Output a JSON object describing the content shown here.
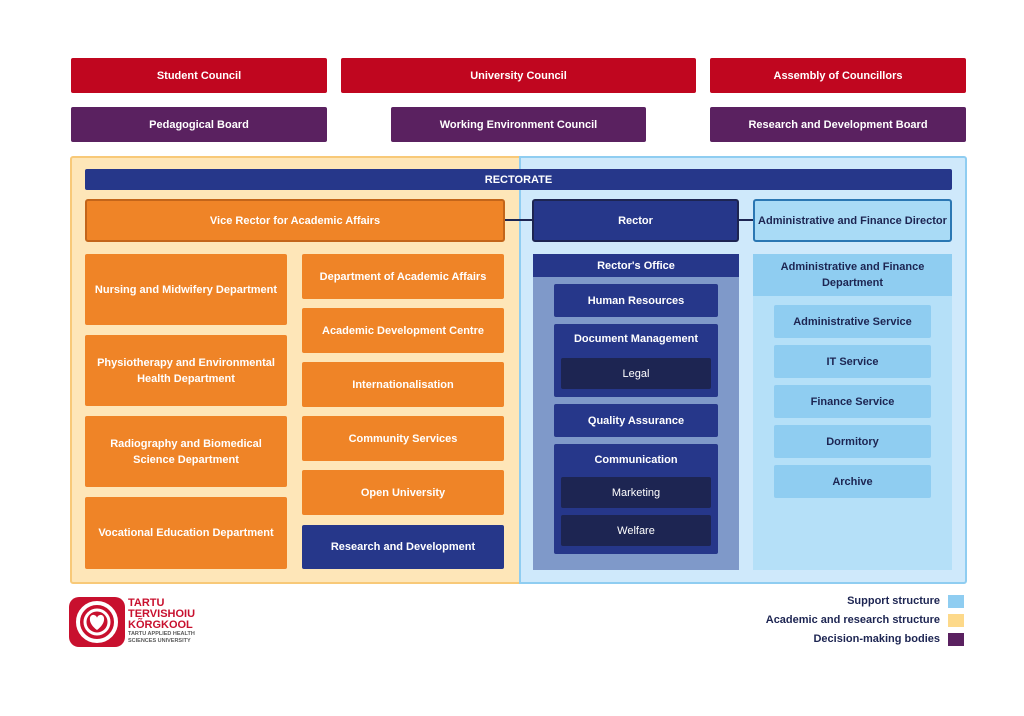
{
  "decision_bodies": {
    "row1": [
      "Student Council",
      "University Council",
      "Assembly of Councillors"
    ],
    "row2": [
      "Pedagogical Board",
      "Working Environment Council",
      "Research and Development Board"
    ]
  },
  "rectorate": {
    "title": "RECTORATE",
    "vice_rector": "Vice Rector for Academic Affairs",
    "rector": "Rector",
    "admin_director": "Administrative and Finance Director"
  },
  "academic": {
    "departments": [
      "Nursing and Midwifery Department",
      "Physiotherapy and Environmental Health Department",
      "Radiography and Biomedical Science Department",
      "Vocational Education Department"
    ],
    "units": [
      "Department of Academic Affairs",
      "Academic Development Centre",
      "Internationalisation",
      "Community Services",
      "Open University",
      "Research and Development"
    ]
  },
  "rectors_office": {
    "title": "Rector's Office",
    "human_resources": "Human Resources",
    "document_management": "Document Management",
    "legal": "Legal",
    "quality_assurance": "Quality Assurance",
    "communication": "Communication",
    "marketing": "Marketing",
    "welfare": "Welfare"
  },
  "admin_finance": {
    "title": "Administrative and Finance Department",
    "services": [
      "Administrative Service",
      "IT Service",
      "Finance Service",
      "Dormitory",
      "Archive"
    ]
  },
  "legend": {
    "support": "Support structure",
    "academic": "Academic and research structure",
    "decision": "Decision-making bodies",
    "colors": {
      "support": "#8fcdf1",
      "academic": "#fdd98a",
      "decision": "#5a2160"
    }
  },
  "logo": {
    "line1": "TARTU",
    "line2": "TERVISHOIU",
    "line3": "KÕRGKOOL",
    "sub1": "TARTU APPLIED HEALTH",
    "sub2": "SCIENCES UNIVERSITY"
  }
}
